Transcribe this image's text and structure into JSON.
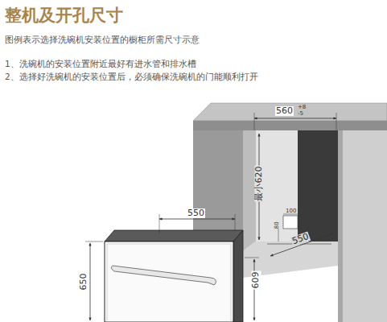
{
  "diagram": {
    "title": "整机及开孔尺寸",
    "labels": [
      "图例表示选择洗碗机安装位置的橱柜所需尺寸示意",
      "1、洗碗机的安装位置附近最好有进水管和排水槽",
      "2、选择好洗碗机的安装位置后，必须确保洗碗机的门能顺利打开",
      "560",
      "+8",
      "-5",
      "最小620",
      "100",
      "80",
      "550",
      "550",
      "650",
      "609"
    ]
  }
}
